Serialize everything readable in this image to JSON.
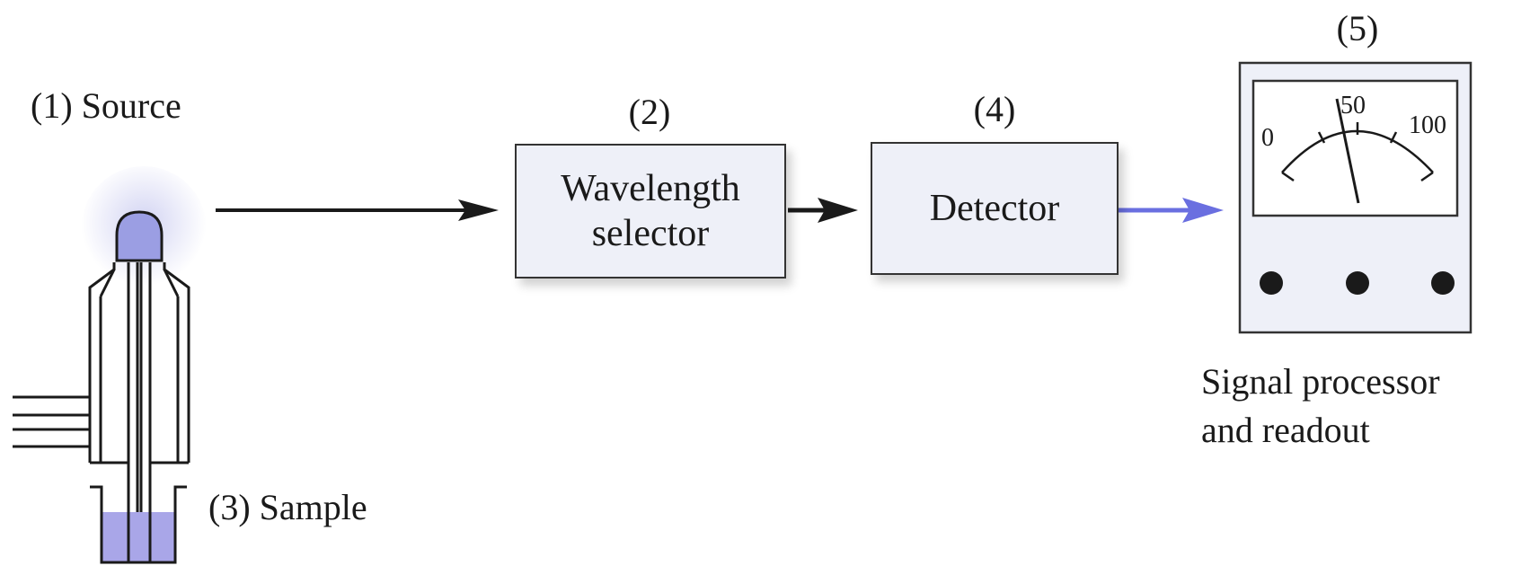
{
  "source": {
    "number": "(1)",
    "label": "Source"
  },
  "selector": {
    "number": "(2)",
    "line1": "Wavelength",
    "line2": "selector"
  },
  "sample": {
    "number": "(3)",
    "label": "Sample"
  },
  "detector": {
    "number": "(4)",
    "label": "Detector"
  },
  "readout": {
    "number": "(5)",
    "line1": "Signal processor",
    "line2": "and readout",
    "scale": [
      "0",
      "50",
      "100"
    ],
    "needle_value": 40
  },
  "colors": {
    "flame": "#9b9ee3",
    "sample_liquid": "#a9a6e8",
    "signal_arrow": "#6a6fe0",
    "box_fill": "#eef0f8",
    "line": "#1a1a1a"
  }
}
